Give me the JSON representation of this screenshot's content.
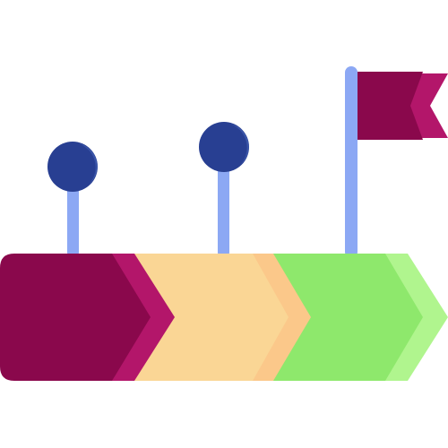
{
  "icon": {
    "name": "roadmap-milestones-icon",
    "colors": {
      "maroon": "#8a084c",
      "magenta": "#b3166a",
      "peach": "#fad695",
      "peach_shade": "#fbc88a",
      "green": "#8ee86c",
      "green_light": "#b0f58e",
      "pin_stem": "#8ca8f4",
      "pin_head": "#283f92",
      "pin_head_shade": "#3a55a8"
    },
    "segments": [
      "maroon",
      "peach",
      "green"
    ],
    "milestones": [
      "pin",
      "pin",
      "flag"
    ]
  }
}
